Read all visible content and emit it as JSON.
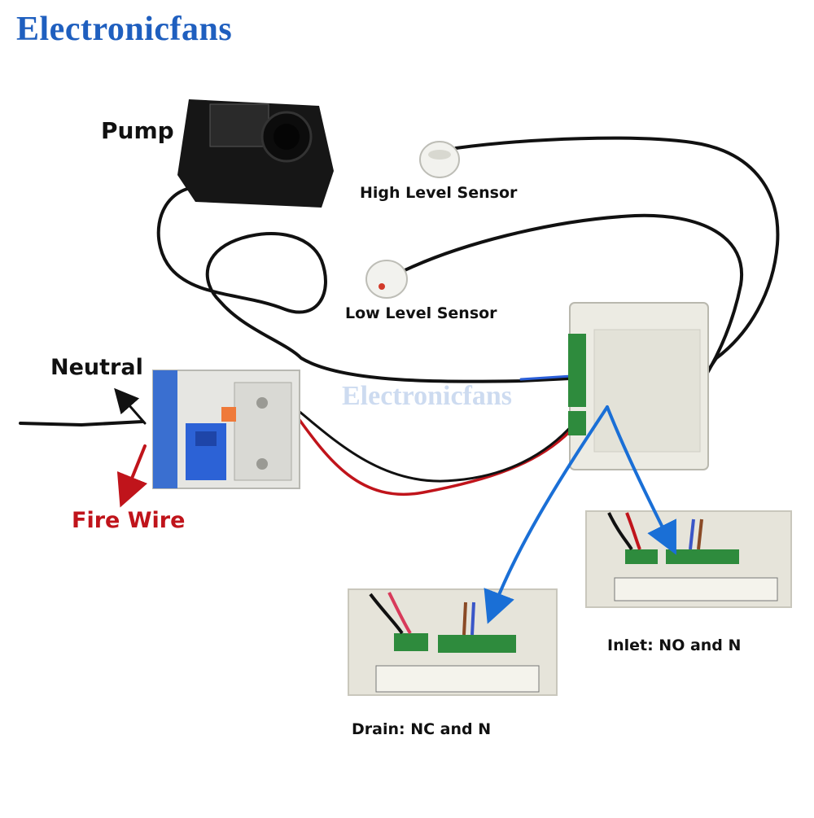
{
  "brand": {
    "name": "Electronicfans",
    "color": "#1f5fbf"
  },
  "watermark": "Electronicfans",
  "labels": {
    "pump": "Pump",
    "high_sensor": "High Level Sensor",
    "low_sensor": "Low Level Sensor",
    "neutral": "Neutral",
    "fire_wire": "Fire Wire",
    "inlet": "Inlet: NO and N",
    "drain": "Drain: NC and N"
  },
  "colors": {
    "fire_wire": "#c0141b",
    "arrow_blue": "#1a6fd6",
    "cable": "#111111",
    "terminal_green": "#2e8b3d",
    "housing": "#ecebe3"
  },
  "icons": {
    "pump": "pump-icon",
    "sensor": "sensor-icon",
    "breaker": "circuit-breaker-icon",
    "controller": "controller-icon"
  }
}
